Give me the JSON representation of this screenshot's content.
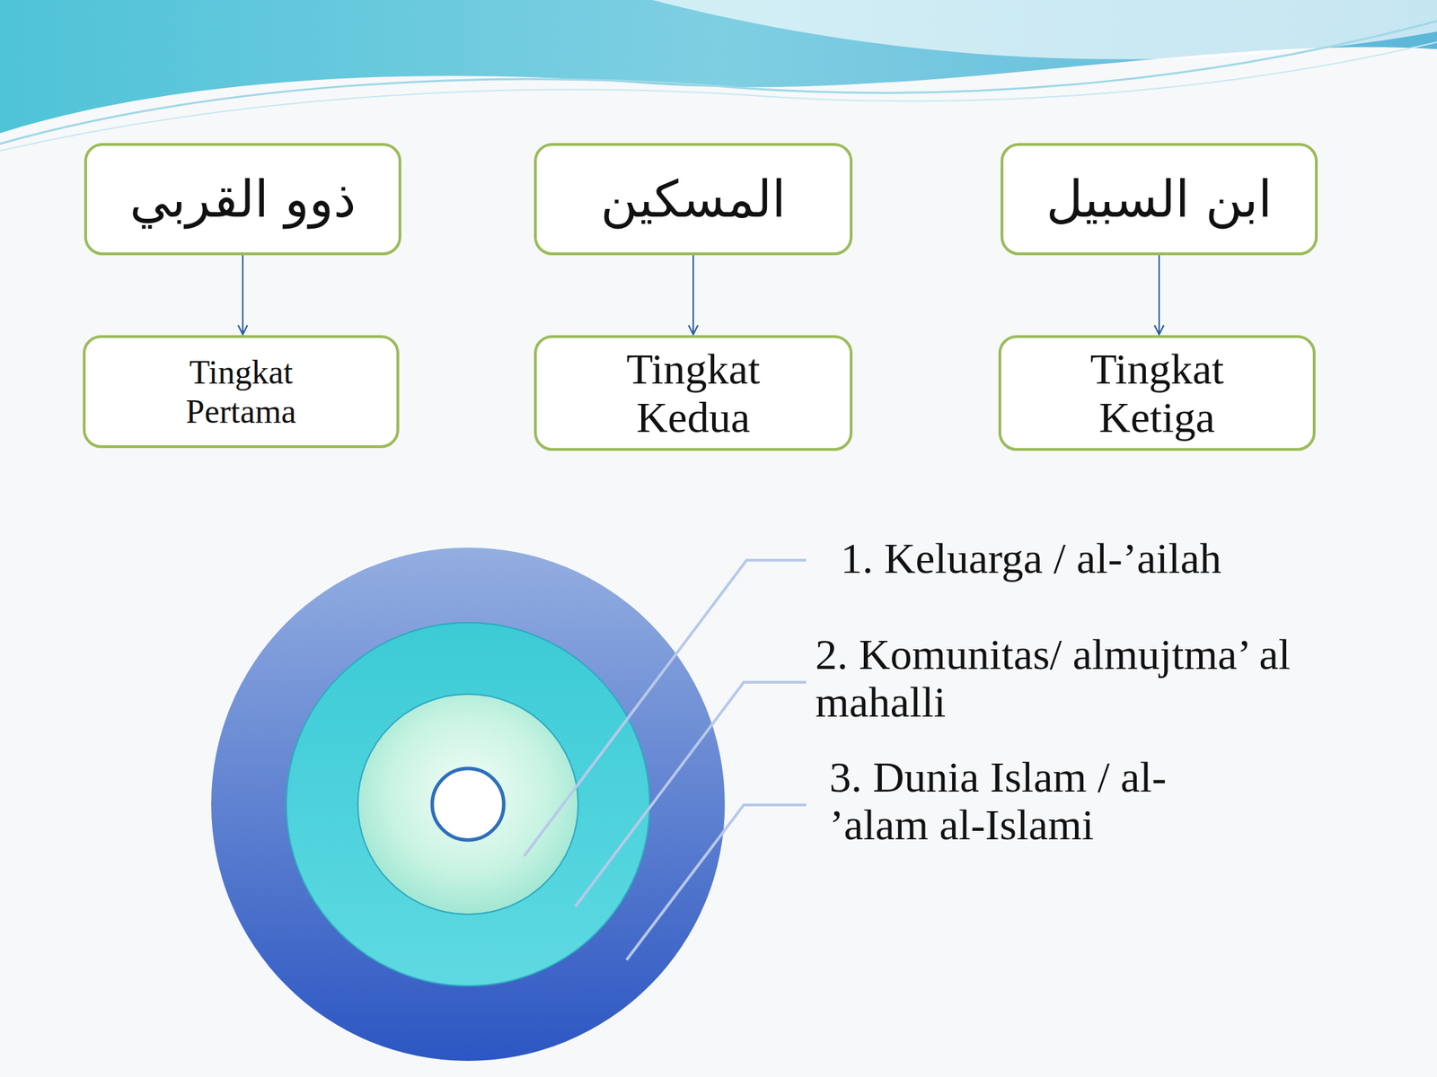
{
  "diagram": {
    "nodes": [
      {
        "text": [
          "ذوو القربي"
        ]
      },
      {
        "text": [
          "المسكين"
        ]
      },
      {
        "text": [
          "ابن السبيل"
        ]
      },
      {
        "text": [
          "Tingkat Pertama"
        ]
      },
      {
        "text": [
          "Tingkat Kedua"
        ]
      },
      {
        "text": [
          "Tingkat Ketiga"
        ]
      }
    ],
    "edges": [
      {
        "from": 0,
        "to": 3,
        "arrow": "to"
      },
      {
        "from": 1,
        "to": 4,
        "arrow": "to"
      },
      {
        "from": 2,
        "to": 5,
        "arrow": "to"
      }
    ],
    "labels": [
      "1. Keluarga / al-’ailah",
      "2. Komunitas/ almujtma’ al mahalli",
      "3. Dunia Islam / al- ’alam al-Islami"
    ]
  }
}
